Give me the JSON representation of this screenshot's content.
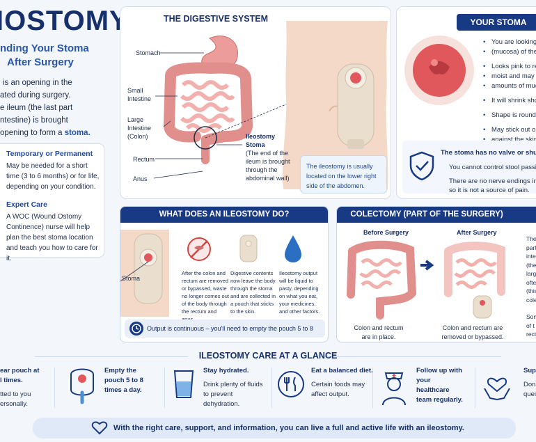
{
  "header": {
    "title": "IOSTOMY",
    "subtitle_line1": "nding Your Stoma",
    "subtitle_line2": "After Surgery"
  },
  "intro": {
    "line1": "is an opening in the",
    "line2": "ated during surgery.",
    "line3": "e ileum (the last part",
    "line4": "ntestine) is brought",
    "line5_prefix": "opening to form a ",
    "line5_bold": "stoma."
  },
  "left_card": {
    "temp_heading": "Temporary or Permanent",
    "temp_text": "May be needed for a short time (3 to 6 months) or for life, depending on your condition.",
    "expert_heading": "Expert Care",
    "expert_text": "A WOC (Wound Ostomy Continence) nurse will help plan the best stoma location and teach you how to care for it."
  },
  "digestive": {
    "title": "THE DIGESTIVE SYSTEM",
    "stomach": "Stomach",
    "small_intestine": "Small Intestine",
    "large_intestine": "Large Intestine (Colon)",
    "rectum": "Rectum",
    "anus": "Anus",
    "ileostomy_stoma_title": "Ileostomy Stoma",
    "ileostomy_stoma_desc": "(The end of the ileum is brought through the abdominal wall)",
    "location_note": "The ileostomy is usually located on the lower right side of the abdomen."
  },
  "your_stoma": {
    "title": "YOUR STOMA",
    "bullets": [
      "You are looking",
      "(mucosa) of the",
      "Looks pink to re",
      "moist and may",
      "amounts of muc",
      "It will shrink sho",
      "Shape is round",
      "May stick out o",
      "against the skin"
    ],
    "valve_heading": "The stoma has no valve or shut-o",
    "valve_line1": "You cannot control stool passin",
    "valve_line2": "There are no nerve endings in t",
    "valve_line3": "so it is not a source of pain."
  },
  "what_does": {
    "title": "WHAT DOES AN ILEOSTOMY DO?",
    "stoma_label": "Stoma",
    "step1": "After the colon and rectum are removed or bypassed, waste no longer comes out of the body through the rectum and anus.",
    "step2": "Digestive contents now leave the body through the stoma and are collected in a pouch that sticks to the skin.",
    "step3": "Ileostomy output will be liquid to pasty, depending on what you eat, your medicines, and other factors.",
    "continuous": "Output is continuous – you'll need to empty the pouch 5 to 8 times a day."
  },
  "colectomy": {
    "title": "COLECTOMY (PART OF THE SURGERY)",
    "before_label": "Before Surgery",
    "after_label": "After Surgery",
    "before_caption": "Colon and rectum are in place.",
    "after_caption": "Colon and rectum are removed or bypassed.",
    "side_text": [
      "The",
      "part",
      "inte",
      "(the",
      "larg",
      "ofte",
      "(this",
      "cole",
      "",
      "Son",
      "of t",
      "rect"
    ]
  },
  "care": {
    "title": "ILEOSTOMY CARE AT A GLANCE",
    "item1_bold": "ear pouch at l times.",
    "item1_text": "tted to you ersonally.",
    "item2_bold": "Empty the pouch 5 to 8 times a day.",
    "item3_bold": "Stay hydrated.",
    "item3_text": "Drink plenty of fluids to prevent dehydration.",
    "item4_bold": "Eat a balanced diet.",
    "item4_text": "Certain foods may affect output.",
    "item5_bold": "Follow up with your healthcare team regularly.",
    "item6_bold": "Supp",
    "item6_text": "Don' ques"
  },
  "footer": {
    "text": "With the right care, support, and information, you can live a full and active life with an ileostomy."
  },
  "colors": {
    "navy": "#183a85",
    "blue": "#2a56a8",
    "stoma": "#e0585b",
    "intestine": "#ec9c9a",
    "skin": "#f4d9c8"
  }
}
